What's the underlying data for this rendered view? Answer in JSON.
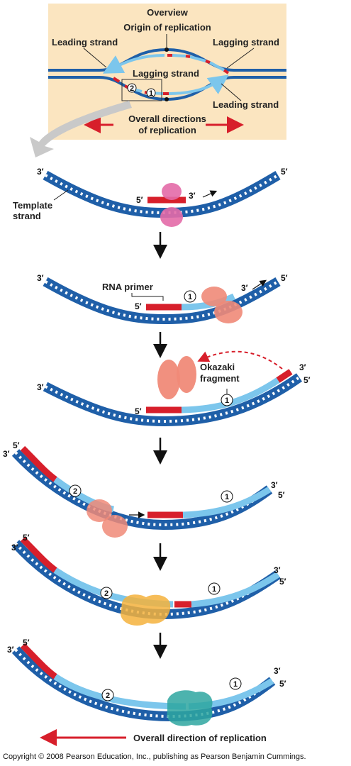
{
  "overview": {
    "title": "Overview",
    "origin": "Origin of replication",
    "leading_left": "Leading strand",
    "lagging_right": "Lagging strand",
    "lagging_center": "Lagging strand",
    "leading_right": "Leading strand",
    "directions_line1": "Overall directions",
    "directions_line2": "of replication"
  },
  "ends": {
    "three_prime": "3′",
    "five_prime": "5′"
  },
  "labels": {
    "template_line1": "Template",
    "template_line2": "strand",
    "rna_primer": "RNA primer",
    "okazaki_line1": "Okazaki",
    "okazaki_line2": "fragment"
  },
  "circle_numbers": {
    "one": "1",
    "two": "2"
  },
  "footer": "Overall direction of replication",
  "copyright": "Copyright © 2008 Pearson Education, Inc., publishing as Pearson Benjamin Cummings.",
  "colors": {
    "template_dna": "#1f5fa8",
    "new_dna": "#7cc6ec",
    "rna_primer": "#d71f2b",
    "overview_bg": "#fbe5c0",
    "primase": "#e36aa7",
    "polymerase_iii": "#f08a78",
    "polymerase_i": "#f5b23c",
    "ligase": "#2ea6a0"
  }
}
